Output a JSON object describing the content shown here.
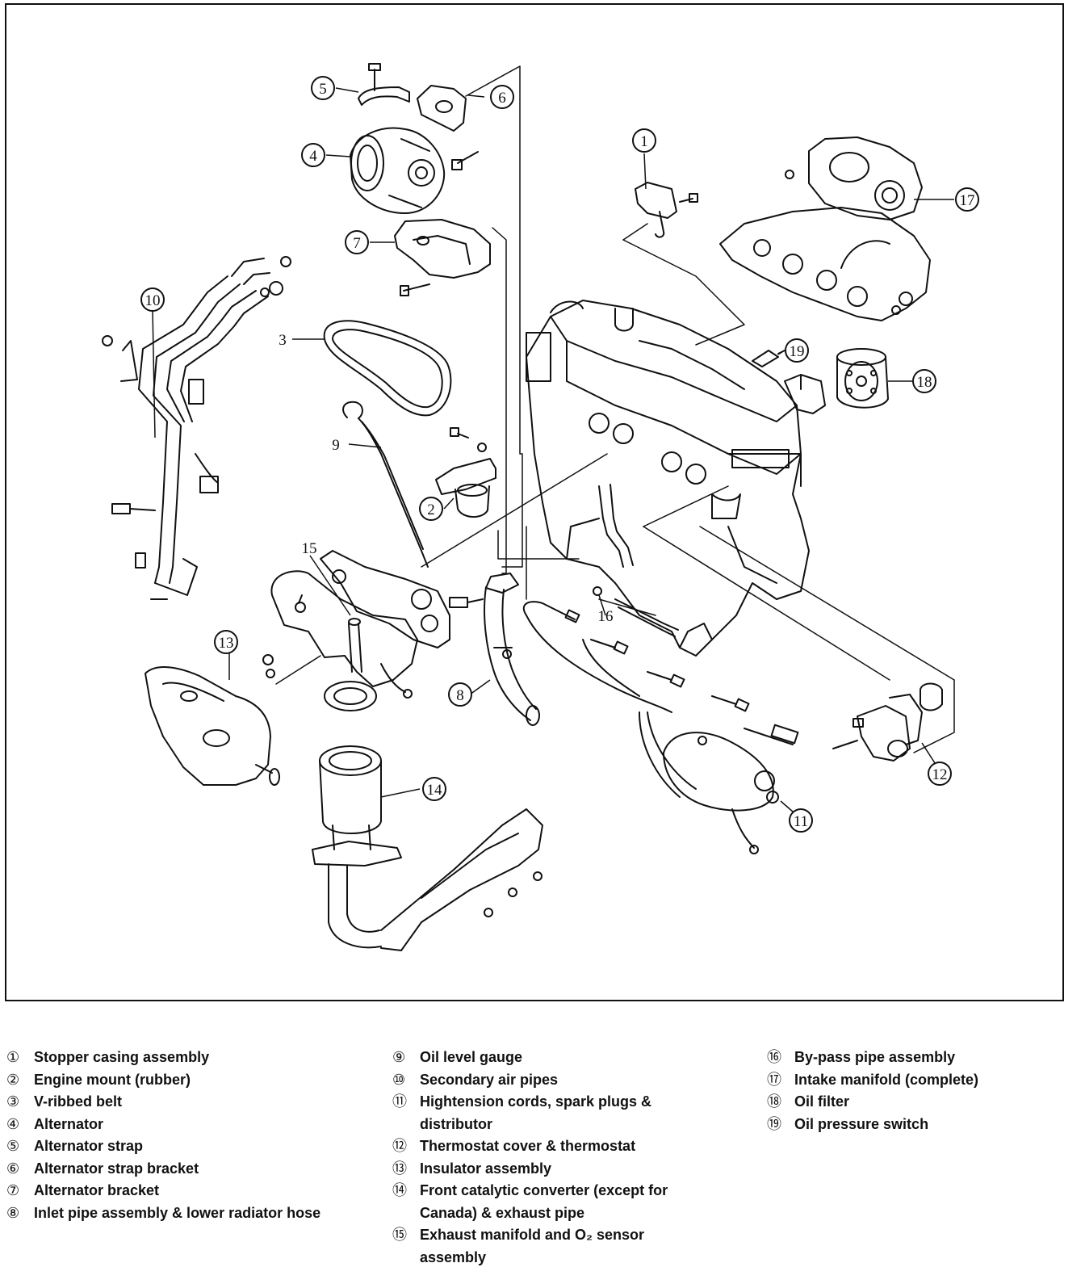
{
  "callouts": [
    {
      "num": "1",
      "style": "circle"
    },
    {
      "num": "2",
      "style": "circle"
    },
    {
      "num": "3",
      "style": "plain"
    },
    {
      "num": "4",
      "style": "circle"
    },
    {
      "num": "5",
      "style": "circle"
    },
    {
      "num": "6",
      "style": "circle"
    },
    {
      "num": "7",
      "style": "circle"
    },
    {
      "num": "8",
      "style": "circle"
    },
    {
      "num": "9",
      "style": "plain"
    },
    {
      "num": "10",
      "style": "circle"
    },
    {
      "num": "11",
      "style": "circle"
    },
    {
      "num": "12",
      "style": "circle"
    },
    {
      "num": "13",
      "style": "circle"
    },
    {
      "num": "14",
      "style": "circle"
    },
    {
      "num": "15",
      "style": "plain"
    },
    {
      "num": "16",
      "style": "plain"
    },
    {
      "num": "17",
      "style": "circle"
    },
    {
      "num": "18",
      "style": "circle"
    },
    {
      "num": "19",
      "style": "circle"
    }
  ],
  "legend": [
    {
      "num": "①",
      "text": "Stopper casing assembly"
    },
    {
      "num": "②",
      "text": "Engine mount (rubber)"
    },
    {
      "num": "③",
      "text": "V-ribbed belt"
    },
    {
      "num": "④",
      "text": "Alternator"
    },
    {
      "num": "⑤",
      "text": "Alternator strap"
    },
    {
      "num": "⑥",
      "text": "Alternator strap bracket"
    },
    {
      "num": "⑦",
      "text": "Alternator bracket"
    },
    {
      "num": "⑧",
      "text": "Inlet pipe assembly & lower radiator hose"
    },
    {
      "num": "⑨",
      "text": "Oil level gauge"
    },
    {
      "num": "⑩",
      "text": "Secondary air pipes"
    },
    {
      "num": "⑪",
      "text": "Hightension cords, spark plugs & distributor"
    },
    {
      "num": "⑫",
      "text": "Thermostat cover & thermostat"
    },
    {
      "num": "⑬",
      "text": "Insulator assembly"
    },
    {
      "num": "⑭",
      "text": "Front catalytic converter (except for Canada) & exhaust pipe"
    },
    {
      "num": "⑮",
      "text": "Exhaust manifold and O₂ sensor assembly"
    },
    {
      "num": "⑯",
      "text": "By-pass pipe assembly"
    },
    {
      "num": "⑰",
      "text": "Intake manifold (complete)"
    },
    {
      "num": "⑱",
      "text": "Oil filter"
    },
    {
      "num": "⑲",
      "text": "Oil pressure switch"
    }
  ]
}
